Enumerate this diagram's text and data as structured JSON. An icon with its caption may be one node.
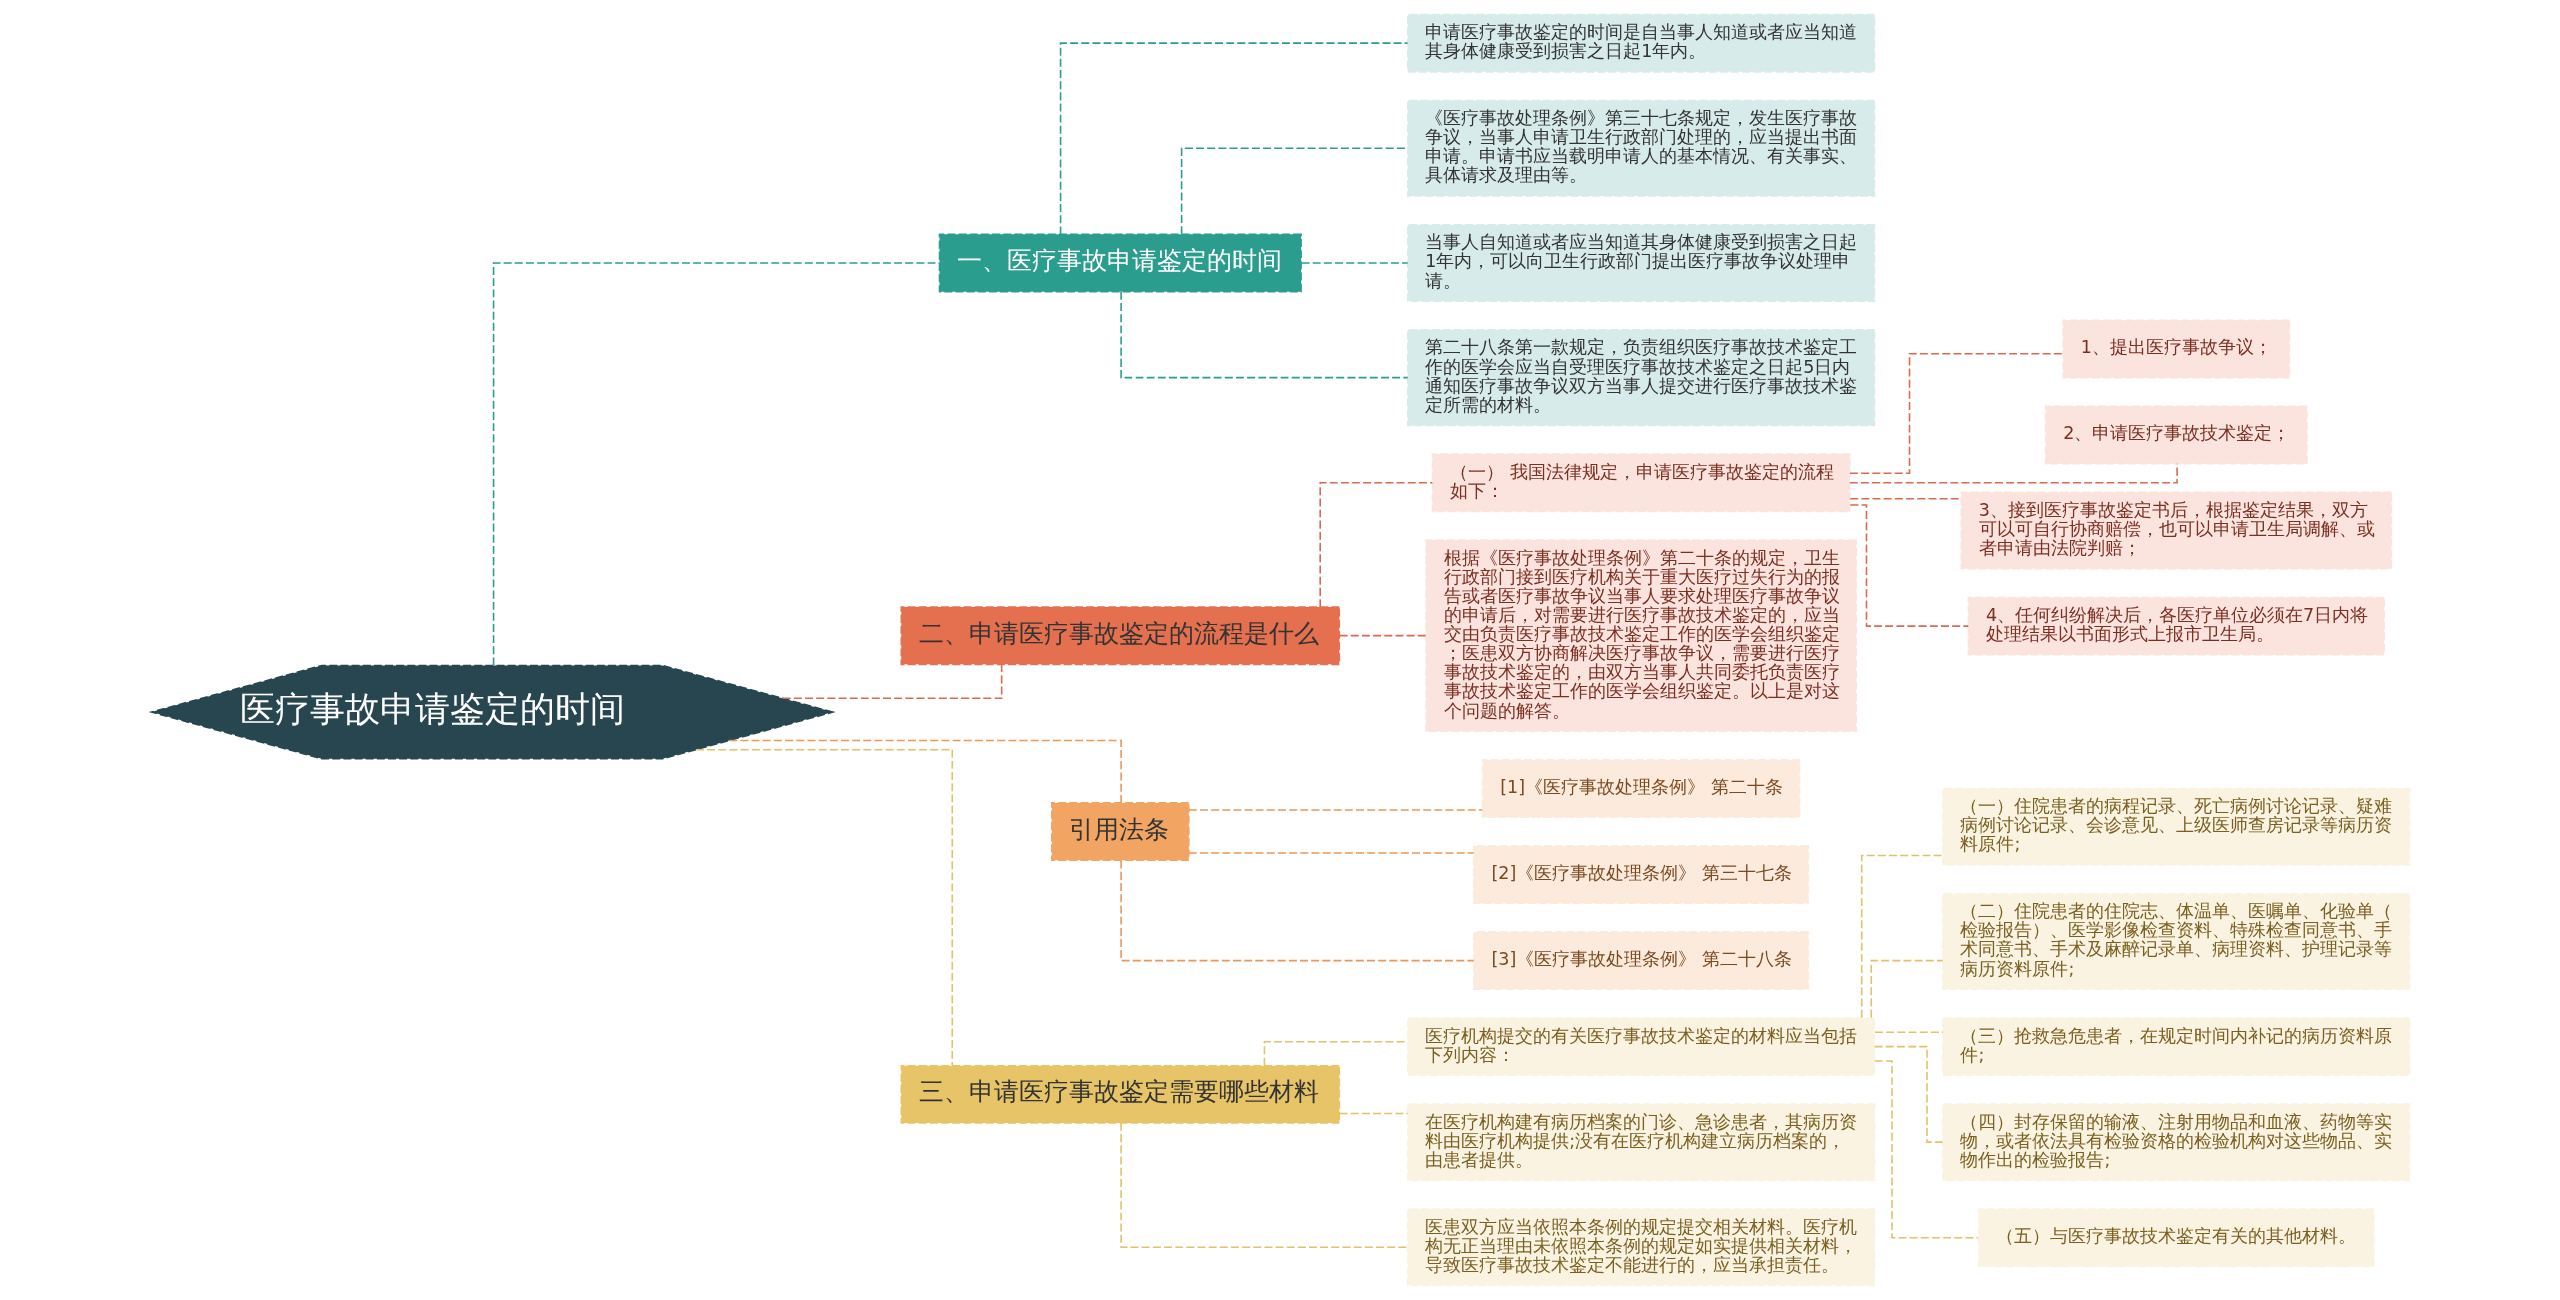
{
  "diagram": {
    "nodes": [
      {
        "text": [
          "医疗事故申请鉴定的时间"
        ]
      },
      {
        "text": [
          "一、医疗事故申请鉴定的时间"
        ]
      },
      {
        "text": [
          "申请医疗事故鉴定的时间是自当事人知道或者应当知道其身体健康受到损害之日起1年内。"
        ]
      },
      {
        "text": [
          "《医疗事故处理条例》第三十七条规定，发生医疗事故争议，当事人申请卫生行政部门处理的，应当提出书面申请。申请书应当载明申请人的基本情况、有关事实、具体请求及理由等。"
        ]
      },
      {
        "text": [
          "当事人自知道或者应当知道其身体健康受到损害之日起1年内，可以向卫生行政部门提出医疗事故争议处理申请。"
        ]
      },
      {
        "text": [
          "第二十八条第一款规定，负责组织医疗事故技术鉴定工作的医学会应当自受理医疗事故技术鉴定之日起5日内通知医疗事故争议双方当事人提交进行医疗事故技术鉴定所需的材料。"
        ]
      },
      {
        "text": [
          "二、申请医疗事故鉴定的流程是什么"
        ]
      },
      {
        "text": [
          "（一） 我国法律规定，申请医疗事故鉴定的流程如下："
        ]
      },
      {
        "text": [
          "1、提出医疗事故争议；"
        ]
      },
      {
        "text": [
          "2、申请医疗事故技术鉴定；"
        ]
      },
      {
        "text": [
          "3、接到医疗事故鉴定书后，根据鉴定结果，双方可以可自行协商赔偿，也可以申请卫生局调解、或者申请由法院判赔；"
        ]
      },
      {
        "text": [
          "4、任何纠纷解决后，各医疗单位必须在7日内将处理结果以书面形式上报市卫生局。"
        ]
      },
      {
        "text": [
          "根据《医疗事故处理条例》第二十条的规定，卫生行政部门接到医疗机构关于重大医疗过失行为的报告或者医疗事故争议当事人要求处理医疗事故争议的申请后，对需要进行医疗事故技术鉴定的，应当交由负责医疗事故技术鉴定工作的医学会组织鉴定；医患双方协商解决医疗事故争议，需要进行医疗事故技术鉴定的，由双方当事人共同委托负责医疗事故技术鉴定工作的医学会组织鉴定。以上是对这个问题的解答。"
        ]
      },
      {
        "text": [
          "引用法条"
        ]
      },
      {
        "text": [
          "[1]《医疗事故处理条例》 第二十条"
        ]
      },
      {
        "text": [
          "[2]《医疗事故处理条例》 第三十七条"
        ]
      },
      {
        "text": [
          "[3]《医疗事故处理条例》 第二十八条"
        ]
      },
      {
        "text": [
          "三、申请医疗事故鉴定需要哪些材料"
        ]
      },
      {
        "text": [
          "医疗机构提交的有关医疗事故技术鉴定的材料应当包括下列内容："
        ]
      },
      {
        "text": [
          "（一）住院患者的病程记录、死亡病例讨论记录、疑难病例讨论记录、会诊意见、上级医师查房记录等病历资料原件;"
        ]
      },
      {
        "text": [
          "（二）住院患者的住院志、体温单、医嘱单、化验单（检验报告）、医学影像检查资料、特殊检查同意书、手术同意书、手术及麻醉记录单、病理资料、护理记录等病历资料原件;"
        ]
      },
      {
        "text": [
          "（三）抢救急危患者，在规定时间内补记的病历资料原件;"
        ]
      },
      {
        "text": [
          "（四）封存保留的输液、注射用物品和血液、药物等实物，或者依法具有检验资格的检验机构对这些物品、实物作出的检验报告;"
        ]
      },
      {
        "text": [
          "（五）与医疗事故技术鉴定有关的其他材料。"
        ]
      },
      {
        "text": [
          "在医疗机构建有病历档案的门诊、急诊患者，其病历资料由医疗机构提供;没有在医疗机构建立病历档案的，由患者提供。"
        ]
      },
      {
        "text": [
          "医患双方应当依照本条例的规定提交相关材料。医疗机构无正当理由未依照本条例的规定如实提供相关材料，导致医疗事故技术鉴定不能进行的，应当承担责任。"
        ]
      }
    ],
    "edges": [
      {
        "from": 0,
        "to": 1,
        "arrow": "none",
        "style": "dashed",
        "color": "#2a9d8f"
      },
      {
        "from": 1,
        "to": 2,
        "arrow": "none",
        "style": "dashed",
        "color": "#2a9d8f"
      },
      {
        "from": 1,
        "to": 3,
        "arrow": "none",
        "style": "dashed",
        "color": "#2a9d8f"
      },
      {
        "from": 1,
        "to": 4,
        "arrow": "none",
        "style": "dashed",
        "color": "#2a9d8f"
      },
      {
        "from": 1,
        "to": 5,
        "arrow": "none",
        "style": "dashed",
        "color": "#2a9d8f"
      },
      {
        "from": 0,
        "to": 6,
        "arrow": "none",
        "style": "dashed",
        "color": "#d9694f"
      },
      {
        "from": 6,
        "to": 7,
        "arrow": "none",
        "style": "dashed",
        "color": "#d9694f"
      },
      {
        "from": 7,
        "to": 8,
        "arrow": "none",
        "style": "dashed",
        "color": "#d9694f"
      },
      {
        "from": 7,
        "to": 9,
        "arrow": "none",
        "style": "dashed",
        "color": "#d9694f"
      },
      {
        "from": 7,
        "to": 10,
        "arrow": "none",
        "style": "dashed",
        "color": "#d9694f"
      },
      {
        "from": 7,
        "to": 11,
        "arrow": "none",
        "style": "dashed",
        "color": "#d9694f"
      },
      {
        "from": 6,
        "to": 12,
        "arrow": "none",
        "style": "dashed",
        "color": "#d9694f"
      },
      {
        "from": 0,
        "to": 13,
        "arrow": "none",
        "style": "dashed",
        "color": "#e8985a"
      },
      {
        "from": 13,
        "to": 14,
        "arrow": "none",
        "style": "dashed",
        "color": "#e8985a"
      },
      {
        "from": 13,
        "to": 15,
        "arrow": "none",
        "style": "dashed",
        "color": "#e8985a"
      },
      {
        "from": 13,
        "to": 16,
        "arrow": "none",
        "style": "dashed",
        "color": "#e8985a"
      },
      {
        "from": 0,
        "to": 17,
        "arrow": "none",
        "style": "dashed",
        "color": "#e3c06a"
      },
      {
        "from": 17,
        "to": 18,
        "arrow": "none",
        "style": "dashed",
        "color": "#e3c06a"
      },
      {
        "from": 18,
        "to": 19,
        "arrow": "none",
        "style": "dashed",
        "color": "#e3c06a"
      },
      {
        "from": 18,
        "to": 20,
        "arrow": "none",
        "style": "dashed",
        "color": "#e3c06a"
      },
      {
        "from": 18,
        "to": 21,
        "arrow": "none",
        "style": "dashed",
        "color": "#e3c06a"
      },
      {
        "from": 18,
        "to": 22,
        "arrow": "none",
        "style": "dashed",
        "color": "#e3c06a"
      },
      {
        "from": 18,
        "to": 23,
        "arrow": "none",
        "style": "dashed",
        "color": "#e3c06a"
      },
      {
        "from": 17,
        "to": 24,
        "arrow": "none",
        "style": "dashed",
        "color": "#e3c06a"
      },
      {
        "from": 17,
        "to": 25,
        "arrow": "none",
        "style": "dashed",
        "color": "#e3c06a"
      }
    ]
  }
}
